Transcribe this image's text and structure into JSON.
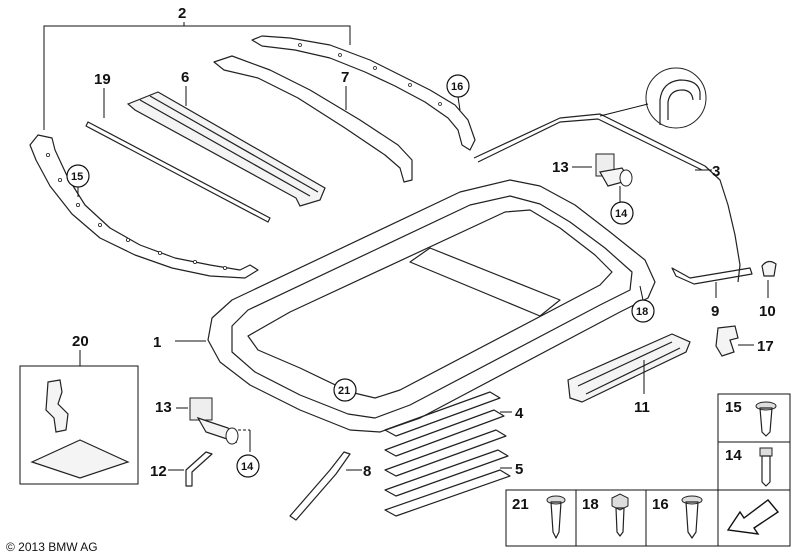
{
  "labels": {
    "l1": "1",
    "l2": "2",
    "l3": "3",
    "l4": "4",
    "l5": "5",
    "l6": "6",
    "l7": "7",
    "l8": "8",
    "l9": "9",
    "l10": "10",
    "l11": "11",
    "l12": "12",
    "l13a": "13",
    "l13b": "13",
    "l14": "14",
    "l15": "15",
    "l17": "17",
    "l19": "19",
    "l20": "20",
    "l21": "21",
    "l18": "18",
    "l16": "16"
  },
  "circled": {
    "c15": "15",
    "c16": "16",
    "c14a": "14",
    "c14b": "14",
    "c18": "18",
    "c21": "21"
  },
  "copyright": "© 2013 BMW AG"
}
